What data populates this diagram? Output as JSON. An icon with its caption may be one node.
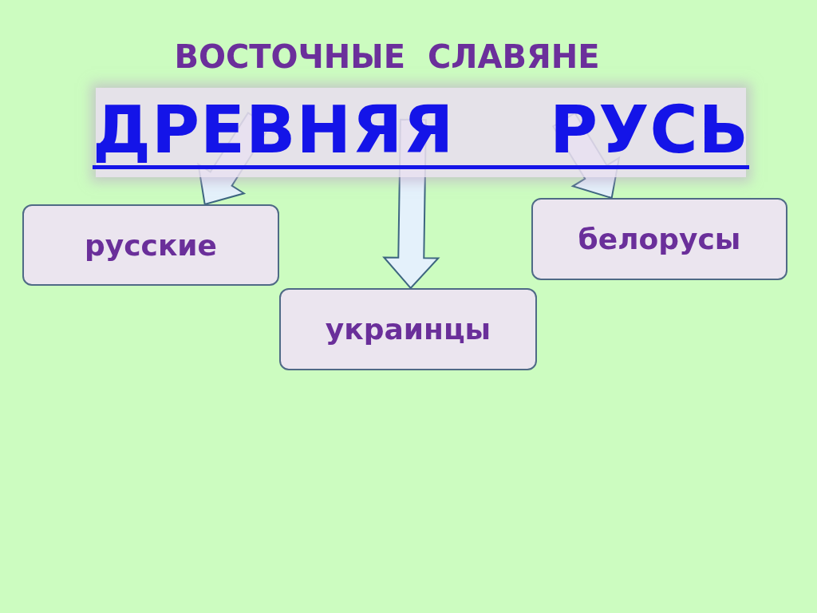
{
  "diagram": {
    "title": "ВОСТОЧНЫЕ  СЛАВЯНЕ",
    "nodes": [
      {
        "text": [
          "ДРЕВНЯЯ РУСЬ"
        ]
      },
      {
        "text": [
          "русские"
        ]
      },
      {
        "text": [
          "украинцы"
        ]
      },
      {
        "text": [
          "белорусы"
        ]
      }
    ],
    "edges": [
      {
        "from": 0,
        "to": 1,
        "arrow": "to"
      },
      {
        "from": 0,
        "to": 2,
        "arrow": "to"
      },
      {
        "from": 0,
        "to": 3,
        "arrow": "to"
      }
    ]
  }
}
